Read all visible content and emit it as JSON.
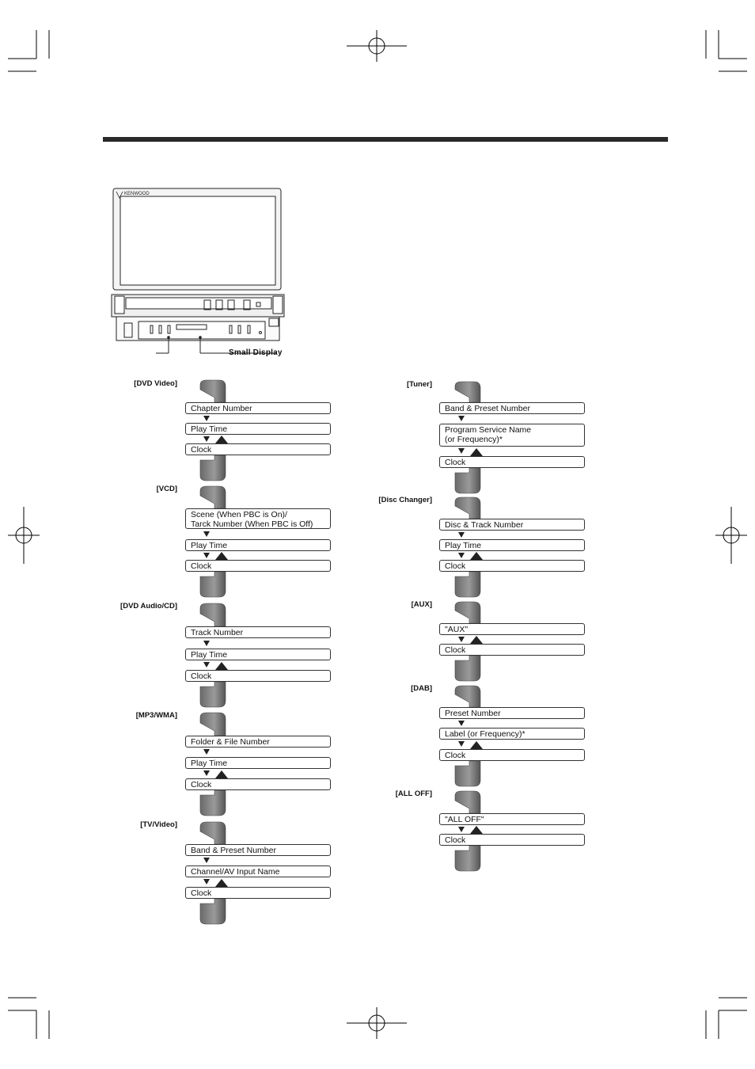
{
  "device": {
    "brand": "KENWOOD",
    "small_display_label": "Small Display"
  },
  "sections": [
    {
      "id": "dvd-video",
      "label": "[DVD Video]",
      "items": [
        "Chapter Number",
        "Play Time",
        "Clock"
      ]
    },
    {
      "id": "vcd",
      "label": "[VCD]",
      "items": [
        "Scene (When PBC is On)/\nTarck Number (When PBC is Off)",
        "Play Time",
        "Clock"
      ]
    },
    {
      "id": "dvd-audio-cd",
      "label": "[DVD Audio/CD]",
      "items": [
        "Track Number",
        "Play Time",
        "Clock"
      ]
    },
    {
      "id": "mp3-wma",
      "label": "[MP3/WMA]",
      "items": [
        "Folder & File Number",
        "Play Time",
        "Clock"
      ]
    },
    {
      "id": "tv-video",
      "label": "[TV/Video]",
      "items": [
        "Band & Preset Number",
        "Channel/AV Input Name",
        "Clock"
      ]
    },
    {
      "id": "tuner",
      "label": "[Tuner]",
      "items": [
        "Band & Preset Number",
        "Program Service Name\n(or Frequency)*",
        "Clock"
      ]
    },
    {
      "id": "disc-changer",
      "label": "[Disc Changer]",
      "items": [
        "Disc & Track Number",
        "Play Time",
        "Clock"
      ]
    },
    {
      "id": "aux",
      "label": "[AUX]",
      "items": [
        "\"AUX\"",
        "Clock"
      ]
    },
    {
      "id": "dab",
      "label": "[DAB]",
      "items": [
        "Preset Number",
        "Label (or Frequency)*",
        "Clock"
      ]
    },
    {
      "id": "all-off",
      "label": "[ALL OFF]",
      "items": [
        "\"ALL OFF\"",
        "Clock"
      ]
    }
  ]
}
